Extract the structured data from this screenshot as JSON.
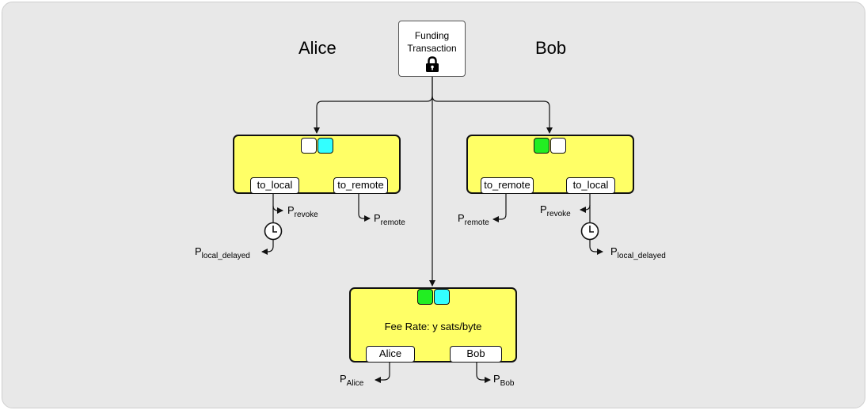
{
  "parties": {
    "left": "Alice",
    "right": "Bob"
  },
  "funding": {
    "title": "Funding\nTransaction",
    "icon": "lock-icon"
  },
  "alice_commitment": {
    "outputs": [
      "to_local",
      "to_remote"
    ],
    "flags": [
      "white",
      "cyan"
    ]
  },
  "bob_commitment": {
    "outputs": [
      "to_remote",
      "to_local"
    ],
    "flags": [
      "green",
      "white"
    ]
  },
  "closing_tx": {
    "fee_label": "Fee Rate: y sats/byte",
    "outputs": [
      "Alice",
      "Bob"
    ],
    "flags": [
      "green",
      "cyan"
    ]
  },
  "keys": {
    "alice_revoke": {
      "base": "P",
      "sub": "revoke"
    },
    "alice_remote": {
      "base": "P",
      "sub": "remote"
    },
    "alice_local_delayed": {
      "base": "P",
      "sub": "local_delayed"
    },
    "bob_remote": {
      "base": "P",
      "sub": "remote"
    },
    "bob_revoke": {
      "base": "P",
      "sub": "revoke"
    },
    "bob_local_delayed": {
      "base": "P",
      "sub": "local_delayed"
    },
    "closing_alice": {
      "base": "P",
      "sub": "Alice"
    },
    "closing_bob": {
      "base": "P",
      "sub": "Bob"
    }
  },
  "colors": {
    "tx_fill": "#ffff66",
    "cyan": "#33ffff",
    "green": "#22ee22",
    "background": "#e8e8e8"
  }
}
